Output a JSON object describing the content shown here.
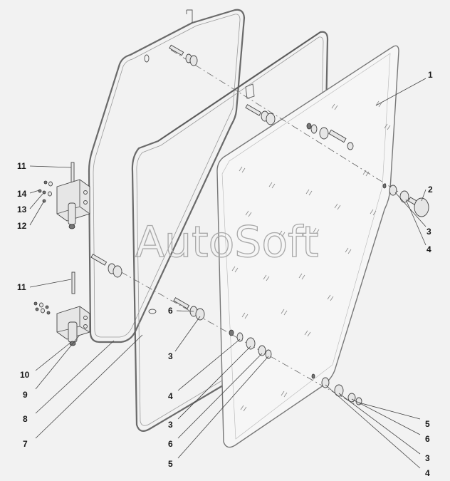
{
  "watermark": "AutoSoft",
  "callouts": [
    {
      "id": "c1",
      "text": "1"
    },
    {
      "id": "c2",
      "text": "2"
    },
    {
      "id": "c3a",
      "text": "3"
    },
    {
      "id": "c4a",
      "text": "4"
    },
    {
      "id": "c11a",
      "text": "11"
    },
    {
      "id": "c14",
      "text": "14"
    },
    {
      "id": "c13",
      "text": "13"
    },
    {
      "id": "c12",
      "text": "12"
    },
    {
      "id": "c11b",
      "text": "11"
    },
    {
      "id": "c6a",
      "text": "6"
    },
    {
      "id": "c3b",
      "text": "3"
    },
    {
      "id": "c10",
      "text": "10"
    },
    {
      "id": "c9",
      "text": "9"
    },
    {
      "id": "c4b",
      "text": "4"
    },
    {
      "id": "c8",
      "text": "8"
    },
    {
      "id": "c3c",
      "text": "3"
    },
    {
      "id": "c7",
      "text": "7"
    },
    {
      "id": "c6b",
      "text": "6"
    },
    {
      "id": "c5a",
      "text": "5"
    },
    {
      "id": "c5b",
      "text": "5"
    },
    {
      "id": "c6c",
      "text": "6"
    },
    {
      "id": "c3d",
      "text": "3"
    },
    {
      "id": "c4c",
      "text": "4"
    }
  ]
}
